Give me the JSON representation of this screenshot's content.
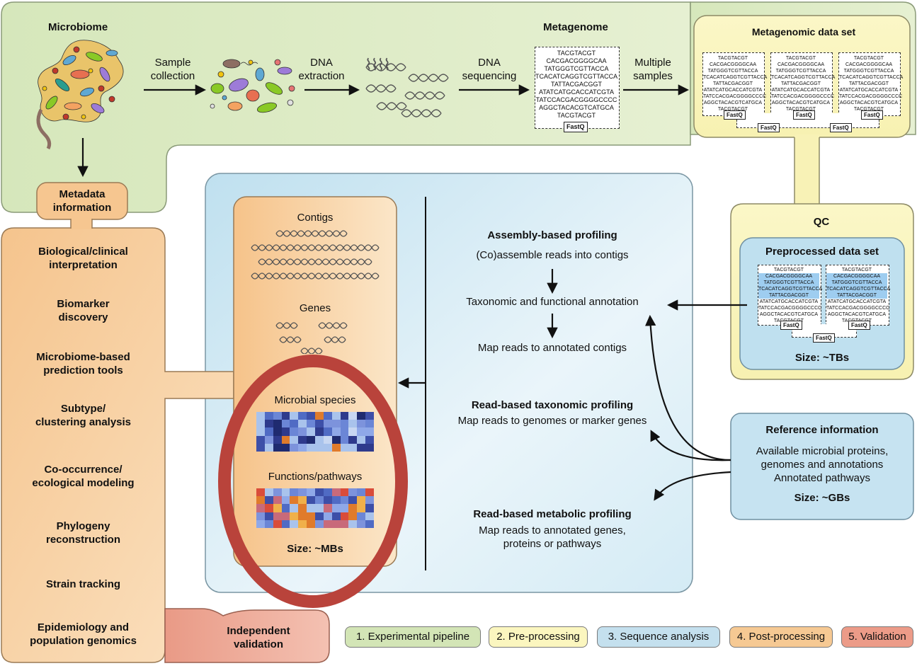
{
  "experimental": {
    "microbiome": "Microbiome",
    "sample_collection": [
      "Sample",
      "collection"
    ],
    "dna_extraction": [
      "DNA",
      "extraction"
    ],
    "dna_sequencing": [
      "DNA",
      "sequencing"
    ],
    "metagenome": "Metagenome",
    "multiple_samples": [
      "Multiple",
      "samples"
    ],
    "metagenomic_data_set": "Metagenomic data set"
  },
  "sequences": {
    "metagenome_reads": [
      "TACGTACGT",
      "CACGACGGGGCAA",
      "TATGGGTCGTTACCA",
      "TCACATCAGGTCGTTACCA",
      "TATTACGACGGT",
      "ATATCATGCACCATCGTA",
      "TATCCACGACGGGGCCCC",
      "AGGCTACACGTCATGCA",
      "TACGTACGT"
    ],
    "small_reads": [
      "TACGTACGT",
      "CACGACGGGGCAA",
      "TATGGGTCGTTACCA",
      "TCACATCAGGTCGTTACCA",
      "TATTACGACGGT",
      "ATATCATGCACCATCGTA",
      "TATCCACGACGGGGCCCC",
      "AGGCTACACGTCATGCA",
      "TACGTACGT"
    ],
    "fastq": "FastQ",
    "extra_read": "TACGTACGT"
  },
  "metadata": [
    "Metadata",
    "information"
  ],
  "postprocessing": {
    "items": [
      [
        "Biological/clinical",
        "interpretation"
      ],
      [
        "Biomarker",
        "discovery"
      ],
      [
        "Microbiome-based",
        "prediction tools"
      ],
      [
        "Subtype/",
        "clustering analysis"
      ],
      [
        "Co-occurrence/",
        "ecological modeling"
      ],
      [
        "Phylogeny",
        "reconstruction"
      ],
      [
        "Strain tracking"
      ],
      [
        "Epidemiology and",
        "population genomics"
      ]
    ]
  },
  "validation": [
    "Independent",
    "validation"
  ],
  "results_panel": {
    "contigs": "Contigs",
    "genes": "Genes",
    "microbial_species": "Microbial species",
    "functions_pathways": "Functions/pathways",
    "size": "Size: ~MBs"
  },
  "sequence_analysis": {
    "assembly_title": "Assembly-based profiling",
    "assembly_step1": "(Co)assemble reads into contigs",
    "assembly_step2": "Taxonomic and functional annotation",
    "assembly_step3": "Map reads to annotated contigs",
    "taxonomic_title": "Read-based taxonomic profiling",
    "taxonomic_desc": "Map reads to genomes or marker genes",
    "metabolic_title": "Read-based metabolic profiling",
    "metabolic_desc": [
      "Map reads to annotated genes,",
      "proteins or pathways"
    ]
  },
  "qc": {
    "title": "QC",
    "preprocessed": "Preprocessed data set",
    "size": "Size: ~TBs"
  },
  "reference": {
    "title": "Reference information",
    "lines": [
      "Available microbial proteins,",
      "genomes and annotations",
      "Annotated pathways"
    ],
    "size": "Size: ~GBs"
  },
  "legend": [
    {
      "label": "1. Experimental pipeline",
      "color": "#d3e5b6"
    },
    {
      "label": "2. Pre-processing",
      "color": "#fbf6bf"
    },
    {
      "label": "3. Sequence analysis",
      "color": "#c4e0ee"
    },
    {
      "label": "4. Post-processing",
      "color": "#f6c993"
    },
    {
      "label": "5. Validation",
      "color": "#ec9b88"
    }
  ],
  "colors": {
    "experimental": "#d9e8c0",
    "preprocessing": "#fbf6c3",
    "sequence_analysis": "#cbe5f1",
    "postprocessing": "#f7cf9c",
    "validation": "#ec9d8a",
    "highlight_circle": "#b9433b"
  }
}
